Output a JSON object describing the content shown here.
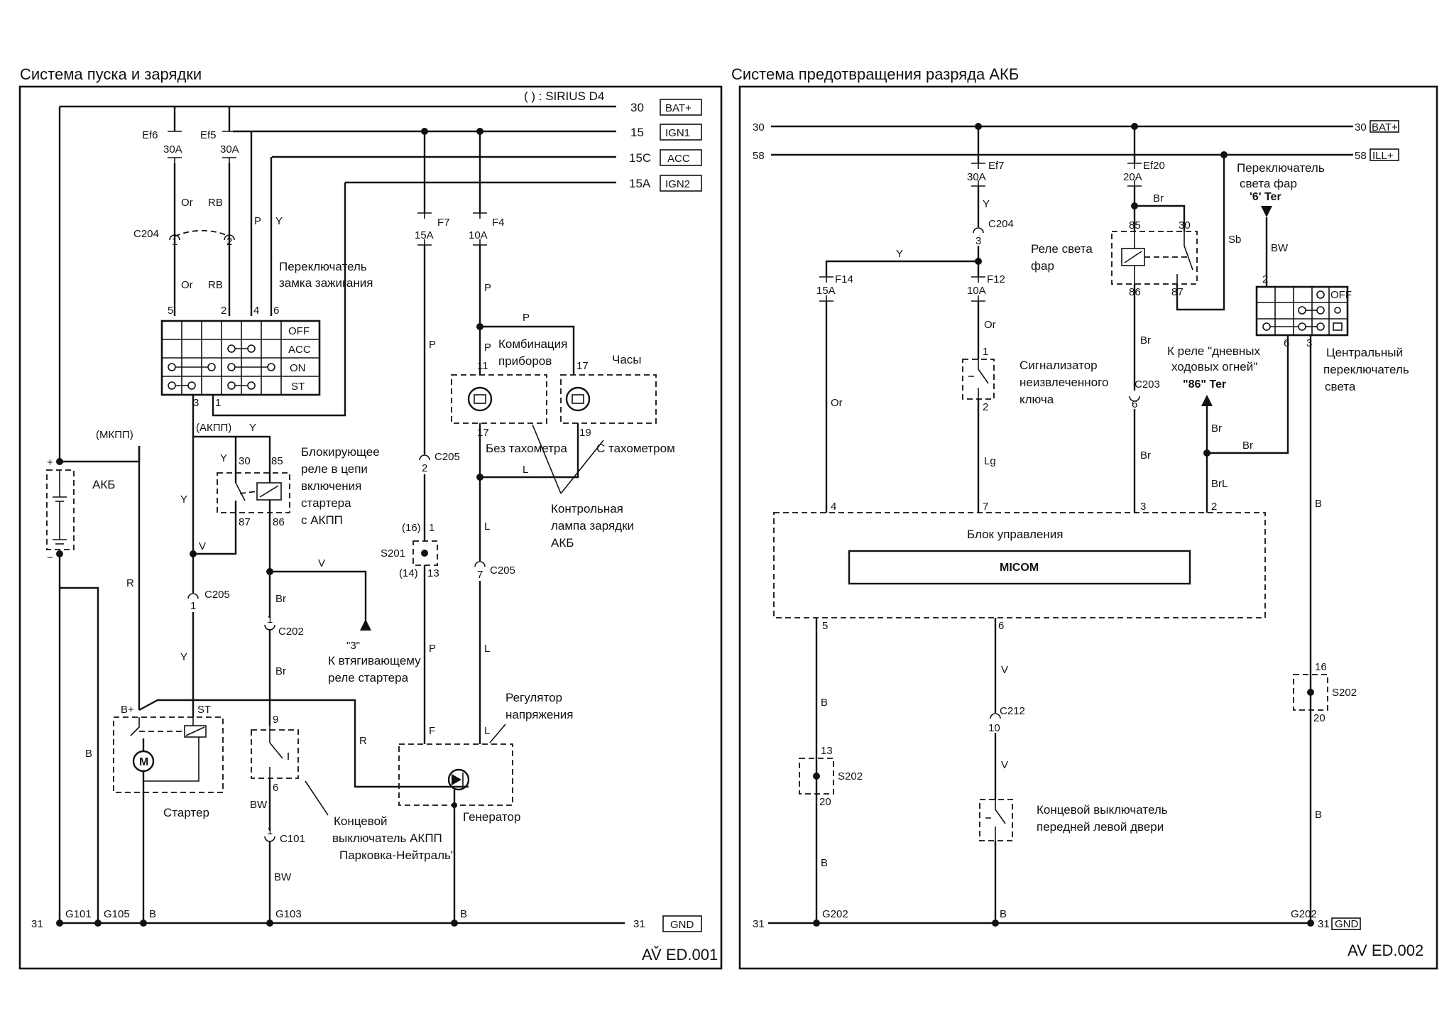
{
  "left": {
    "title": "Система пуска и зарядки",
    "sirius_note": "( ) : SIRIUS D4",
    "code": "AV̌ ED.001",
    "bus": {
      "n30": "30",
      "bat": "BAT+",
      "n15": "15",
      "ign1": "IGN1",
      "n15c": "15C",
      "acc": "ACC",
      "n15a": "15A",
      "ign2": "IGN2",
      "n31": "31",
      "gnd": "GND",
      "n31_left": "31"
    },
    "fuses": {
      "ef6": "Ef6",
      "ef6_a": "30A",
      "ef5": "Ef5",
      "ef5_a": "30A",
      "f7": "F7",
      "f7_a": "15A",
      "f4": "F4",
      "f4_a": "10A"
    },
    "wires": {
      "or1": "Or",
      "rb1": "RB",
      "p1": "P",
      "y1": "Y",
      "or2": "Or",
      "rb2": "RB",
      "p_f7": "P",
      "p_f4": "P",
      "p_top": "P",
      "p_comb": "P",
      "mkpp": "(МКПП)",
      "akpp": "(АКПП)",
      "y_akpp": "Y",
      "y_relay": "Y",
      "y_left": "Y",
      "v_mid": "V",
      "v_right": "V",
      "br1": "Br",
      "br2": "Br",
      "r_mid": "R",
      "y_low": "Y",
      "bw1": "BW",
      "bw2": "BW",
      "b_left": "B",
      "r_gen": "R",
      "p_low": "P",
      "f_gen": "F",
      "l1": "L",
      "l2": "L",
      "l_gen": "L",
      "b_g105": "B",
      "b_gen": "B"
    },
    "connectors": {
      "c204": "C204",
      "c204_1": "1",
      "c204_2": "2",
      "c205_a": "C205",
      "c205_a_n": "1",
      "c205_b": "C205",
      "c205_b_n": "2",
      "c205_c": "C205",
      "c205_c_n": "7",
      "c202": "C202",
      "c202_n": "1",
      "c101": "C101",
      "c101_n": "1",
      "s201": "S201",
      "s201_16": "(16)",
      "s201_1": "1",
      "s201_14": "(14)",
      "s201_13": "13"
    },
    "ignition": {
      "label1": "Переключатель",
      "label2": "замка зажигания",
      "pin5": "5",
      "pin2": "2",
      "pin4": "4",
      "pin6": "6",
      "pin3": "3",
      "pin1": "1",
      "off": "OFF",
      "acc": "ACC",
      "on": "ON",
      "st": "ST"
    },
    "battery": {
      "label": "АКБ",
      "plus": "+",
      "minus": "−"
    },
    "relay": {
      "l1": "Блокирующее",
      "l2": "реле в цепи",
      "l3": "включения",
      "l4": "стартера",
      "l5": "с АКПП",
      "p30": "30",
      "p85": "85",
      "p87": "87",
      "p86": "86"
    },
    "cluster": {
      "l1": "Комбинация",
      "l2": "приборов",
      "p11": "11",
      "p17a": "17",
      "p17b": "17",
      "p19": "19",
      "clock": "Часы",
      "no_tach": "Без тахометра",
      "with_tach": "С тахометром"
    },
    "lamp": {
      "l1": "Контрольная",
      "l2": "лампа зарядки",
      "l3": "АКБ"
    },
    "to_relay": {
      "num": "\"3\"",
      "l1": "К втягивающему",
      "l2": "реле стартера"
    },
    "starter": {
      "label": "Стартер",
      "bplus": "B+",
      "st": "ST",
      "m": "M"
    },
    "akpp_switch": {
      "p9": "9",
      "p6": "6",
      "l1": "Концевой",
      "l2": "выключатель АКПП",
      "l3": "Парковка-Нейтраль\""
    },
    "regulator": {
      "l1": "Регулятор",
      "l2": "напряжения"
    },
    "generator": {
      "label": "Генератор"
    },
    "grounds": {
      "g101": "G101",
      "g105": "G105",
      "g103": "G103"
    }
  },
  "right": {
    "title": "Система предотвращения разряда АКБ",
    "code": "AV ED.002",
    "bus": {
      "n30l": "30",
      "n30r": "30",
      "bat": "BAT+",
      "n58l": "58",
      "n58r": "58",
      "ill": "ILL+",
      "n31l": "31",
      "n31r": "31",
      "gnd": "GND"
    },
    "fuses": {
      "ef7": "Ef7",
      "ef7_a": "30A",
      "ef20": "Ef20",
      "ef20_a": "20A",
      "f14": "F14",
      "f14_a": "15A",
      "f12": "F12",
      "f12_a": "10A"
    },
    "wires": {
      "y1": "Y",
      "y2": "Y",
      "br_top": "Br",
      "sb": "Sb",
      "bw": "BW",
      "or_f14": "Or",
      "or_f12": "Or",
      "lg": "Lg",
      "br_86": "Br",
      "br_c203": "Br",
      "br_up": "Br",
      "br_sw": "Br",
      "brl": "BrL",
      "b_right": "B",
      "b_5a": "B",
      "b_5b": "B",
      "v_6a": "V",
      "v_6b": "V",
      "b_g": "B",
      "b_r2": "B"
    },
    "connectors": {
      "c204": "C204",
      "c204_n": "3",
      "c203": "C203",
      "c203_n": "6",
      "c212": "C212",
      "c212_n": "10",
      "s202a": "S202",
      "s202a_13": "13",
      "s202a_20": "20",
      "s202b": "S202",
      "s202b_16": "16",
      "s202b_20": "20"
    },
    "headlight_relay": {
      "l1": "Реле света",
      "l2": "фар",
      "p85": "85",
      "p30": "30",
      "p86": "86",
      "p87": "87"
    },
    "headlight_switch": {
      "l1": "Переключатель",
      "l2": "света фар",
      "ter": "'6' Ter"
    },
    "central_switch": {
      "pin2": "2",
      "pin6": "6",
      "pin3": "3",
      "off": "OFF",
      "l1": "Центральный",
      "l2": "переключатель",
      "l3": "света"
    },
    "key_alarm": {
      "p1": "1",
      "p2": "2",
      "l1": "Сигнализатор",
      "l2": "неизвлеченного",
      "l3": "ключа"
    },
    "drl": {
      "l1": "К реле \"дневных",
      "l2": "ходовых огней\"",
      "l3": "\"86\" Ter"
    },
    "ecu": {
      "label": "Блок управления",
      "micom": "MICOM",
      "p4": "4",
      "p7": "7",
      "p3": "3",
      "p2": "2",
      "p5": "5",
      "p6": "6"
    },
    "door_switch": {
      "l1": "Концевой выключатель",
      "l2": "передней левой двери"
    },
    "grounds": {
      "g202a": "G202",
      "g202b": "G202"
    }
  }
}
